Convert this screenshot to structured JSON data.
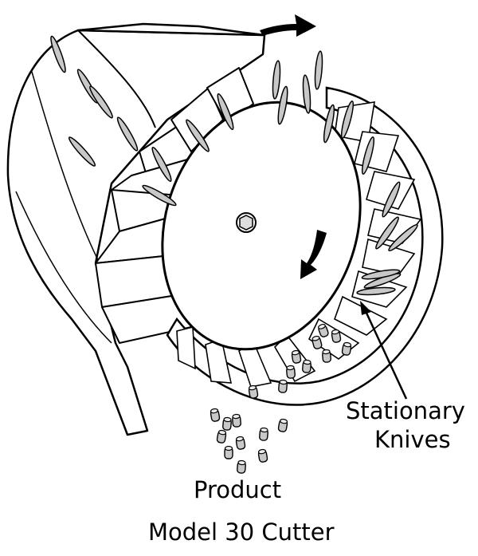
{
  "labels": {
    "stationary_knives_line1": "Stationary",
    "stationary_knives_line2": "Knives",
    "product": "Product",
    "caption": "Model 30 Cutter"
  },
  "icons": [
    "rotation-arrow-icon",
    "rotation-arrow-icon",
    "hub-bolt-icon"
  ],
  "colors": {
    "line": "#000000",
    "fill": "#ffffff",
    "product_gray": "#c8c8c8"
  }
}
